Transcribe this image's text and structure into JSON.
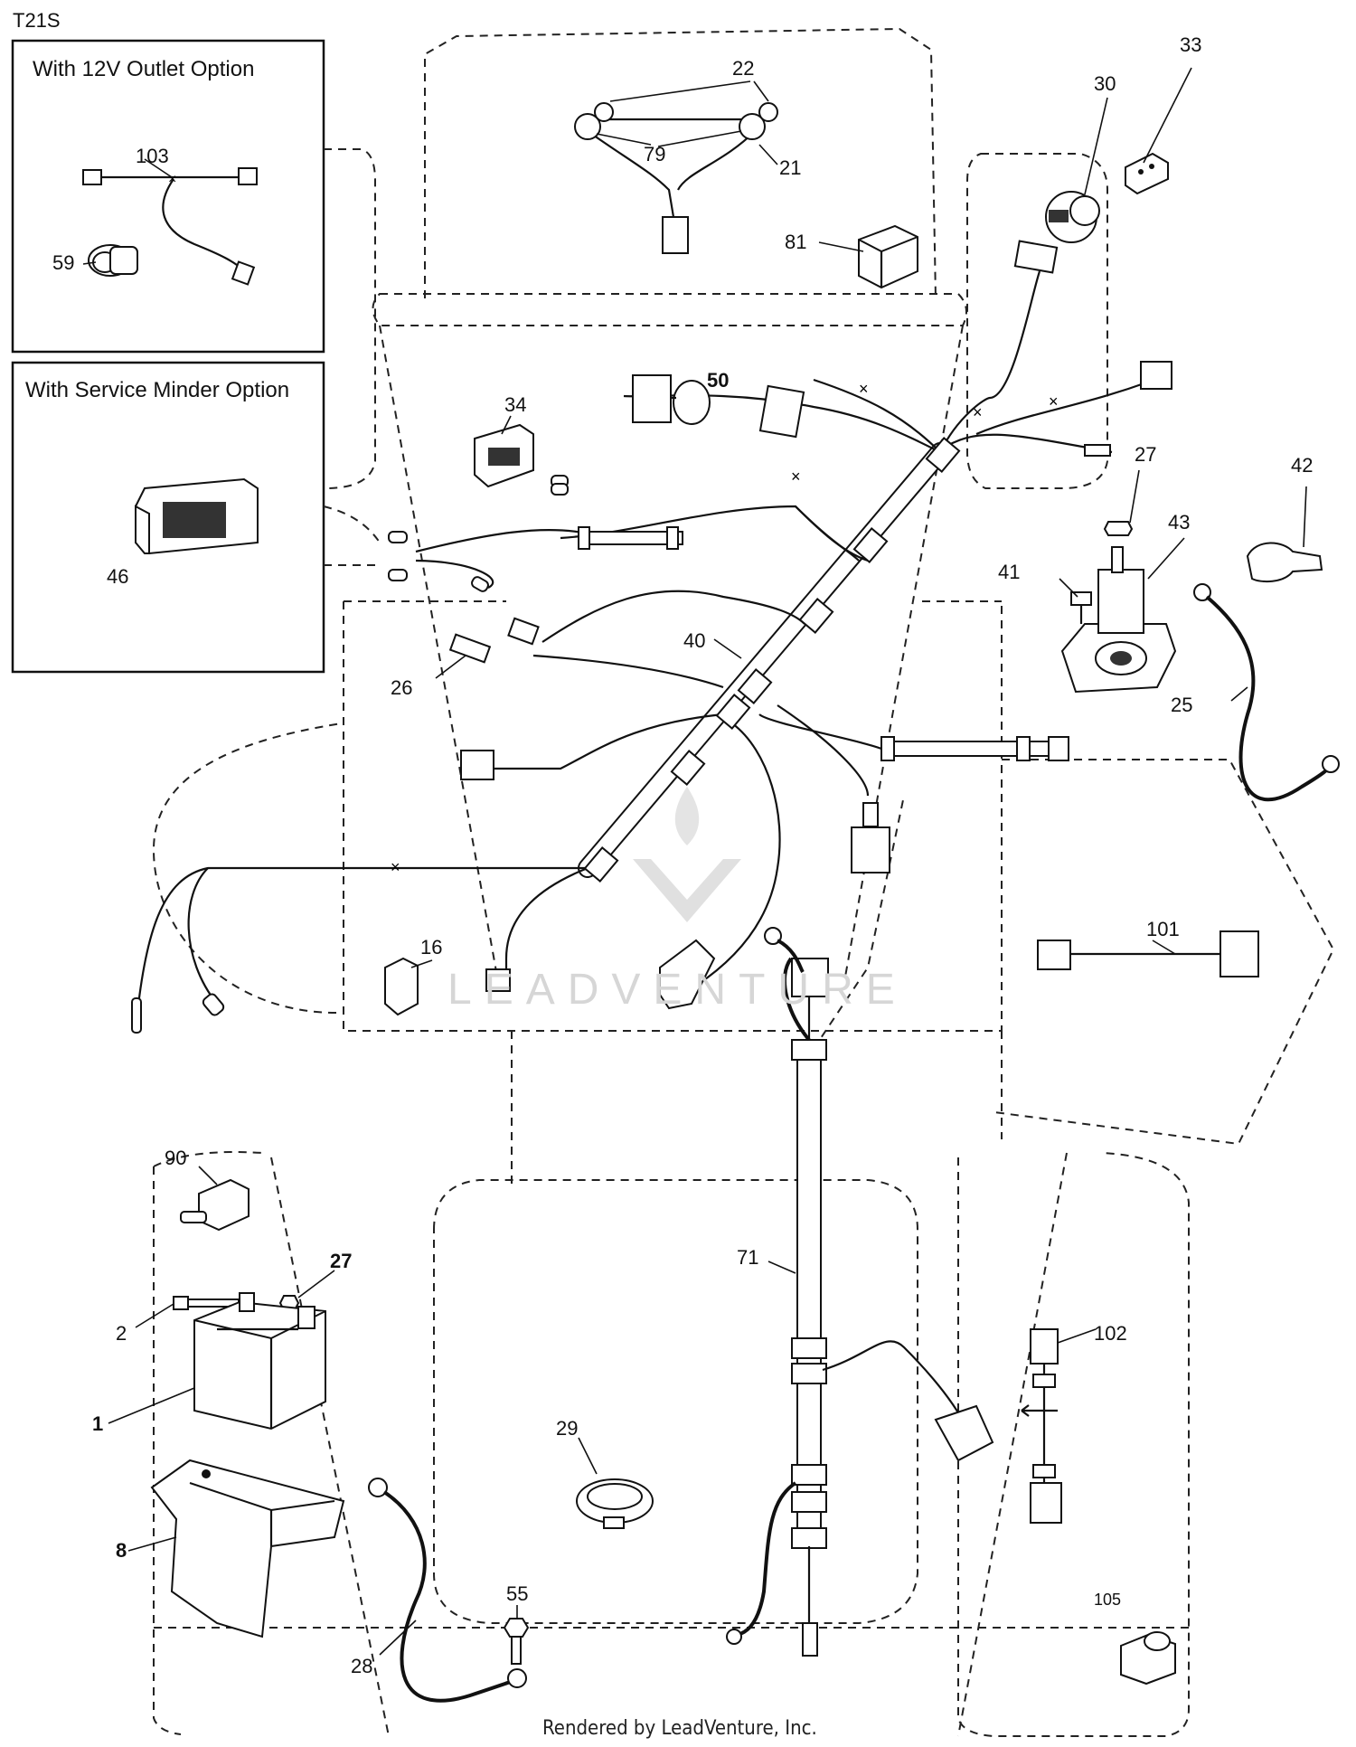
{
  "page_code": "T21S",
  "options": {
    "outlet_title": "With 12V Outlet Option",
    "minder_title": "With Service Minder Option"
  },
  "footer": "Rendered by LeadVenture, Inc.",
  "watermark": "LEADVENTURE",
  "callouts": {
    "c1": "1",
    "c2": "2",
    "c8": "8",
    "c16": "16",
    "c21": "21",
    "c22": "22",
    "c25": "25",
    "c26": "26",
    "c27a": "27",
    "c27b": "27",
    "c28": "28",
    "c29": "29",
    "c30": "30",
    "c33": "33",
    "c34": "34",
    "c40": "40",
    "c41": "41",
    "c42": "42",
    "c43": "43",
    "c46": "46",
    "c50": "50",
    "c55": "55",
    "c59": "59",
    "c71": "71",
    "c79": "79",
    "c81": "81",
    "c90": "90",
    "c101": "101",
    "c102": "102",
    "c103": "103",
    "c105": "105"
  }
}
